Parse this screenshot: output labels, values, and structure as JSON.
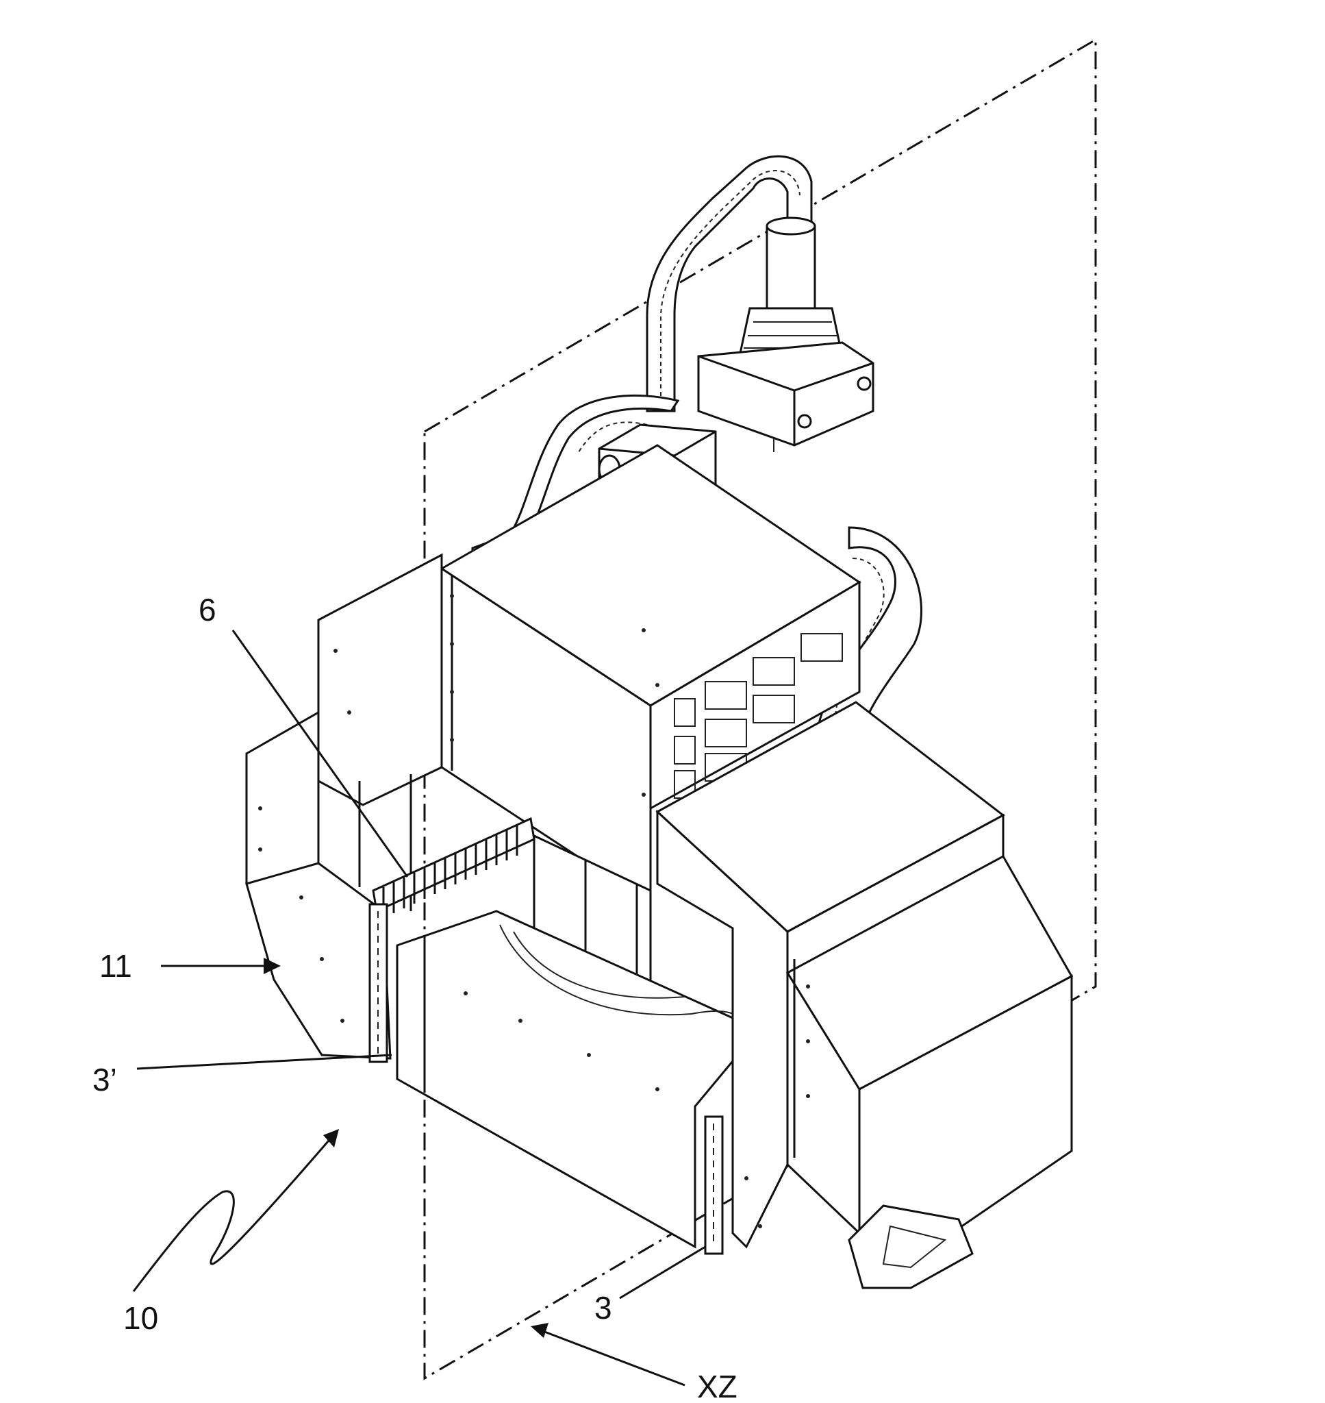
{
  "figure": {
    "labels": {
      "six": "6",
      "eleven": "11",
      "three_prime": "3’",
      "ten": "10",
      "three": "3",
      "xz": "XZ"
    }
  }
}
